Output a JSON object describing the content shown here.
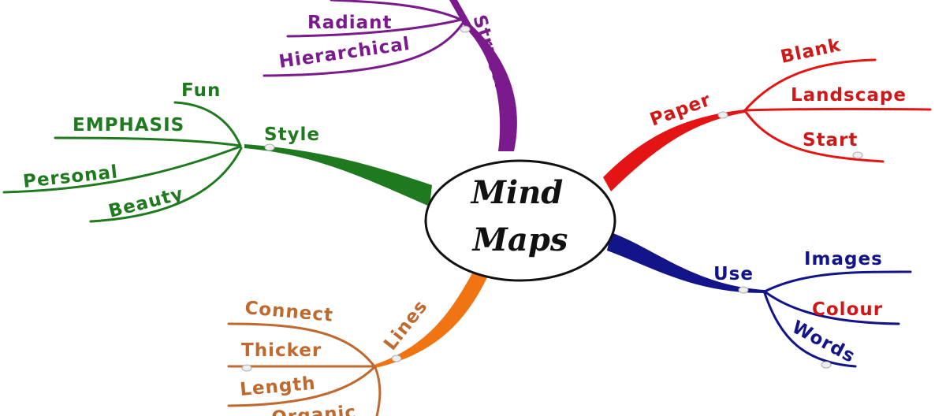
{
  "center": {
    "line1": "Mind",
    "line2": "Maps"
  },
  "branches": {
    "structure": {
      "label": "Structure",
      "color": "#7b1a8c",
      "children": [
        "Radiant",
        "Hierarchical"
      ]
    },
    "style": {
      "label": "Style",
      "color": "#1f7a1f",
      "children": [
        "Fun",
        "EMPHASIS",
        "Personal",
        "Beauty"
      ]
    },
    "paper": {
      "label": "Paper",
      "color": "#e41414",
      "children": [
        "Blank",
        "Landscape",
        "Start"
      ]
    },
    "use": {
      "label": "Use",
      "color": "#14148a",
      "children": [
        "Images",
        "Colour",
        "Words"
      ]
    },
    "lines": {
      "label": "Lines",
      "color": "#f07412",
      "children": [
        "Connect",
        "Thicker",
        "Length",
        "Organic"
      ]
    }
  }
}
